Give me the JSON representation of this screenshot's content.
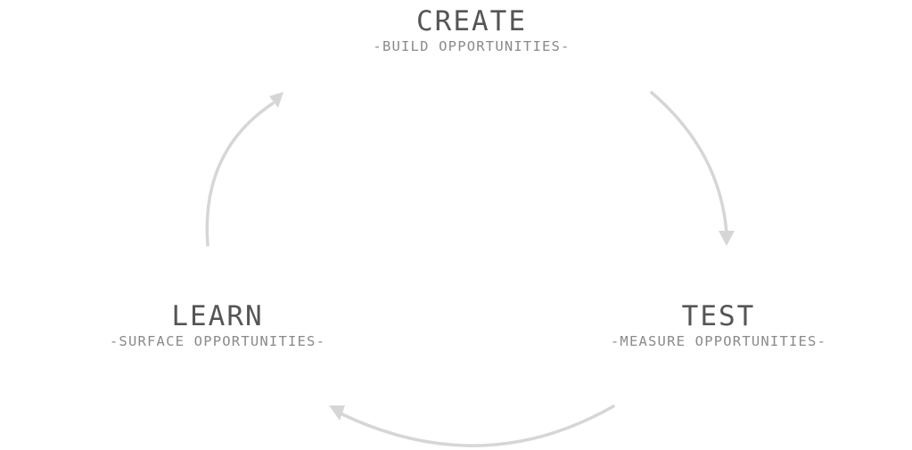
{
  "theme": {
    "title_color": "#555555",
    "subtitle_color": "#8a8a8a",
    "arrow_color": "#d6d6d6"
  },
  "nodes": {
    "create": {
      "title": "CREATE",
      "subtitle": "-BUILD OPPORTUNITIES-"
    },
    "test": {
      "title": "TEST",
      "subtitle": "-MEASURE OPPORTUNITIES-"
    },
    "learn": {
      "title": "LEARN",
      "subtitle": "-SURFACE OPPORTUNITIES-"
    }
  },
  "arrows": [
    {
      "from": "create",
      "to": "test"
    },
    {
      "from": "test",
      "to": "learn"
    },
    {
      "from": "learn",
      "to": "create"
    }
  ]
}
